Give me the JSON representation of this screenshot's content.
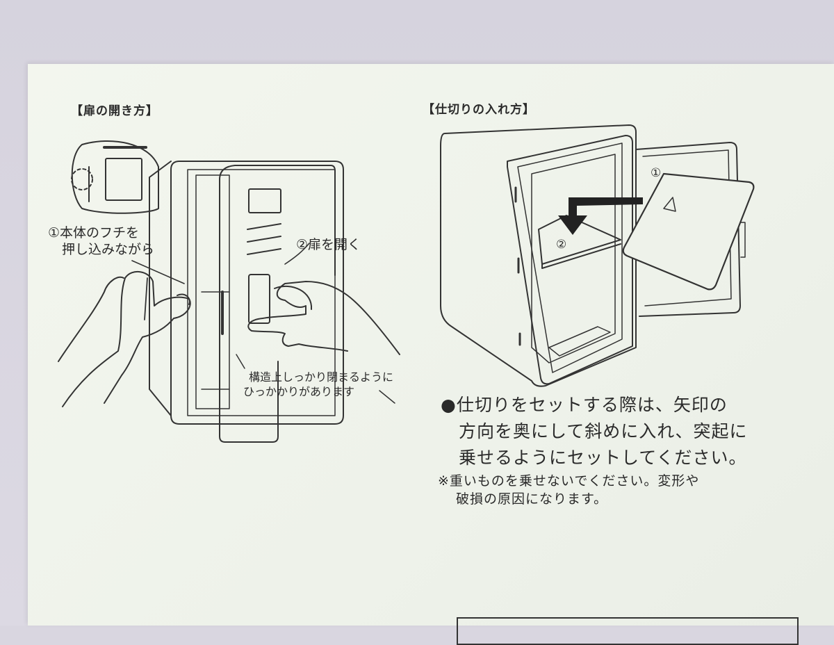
{
  "left_section": {
    "title": "【扉の開き方】",
    "step1_line1": "①本体のフチを",
    "step1_line2": "押し込みながら",
    "step2": "②扉を開く",
    "caution_line1": "構造上しっかり閉まるように",
    "caution_line2": "ひっかかりがあります"
  },
  "right_section": {
    "title": "【仕切りの入れ方】",
    "marker1": "①",
    "marker2": "②",
    "instruction_line1": "●仕切りをセットする際は、矢印の",
    "instruction_line2": "方向を奥にして斜めに入れ、突起に",
    "instruction_line3": "乗せるようにセットしてください。",
    "warning_line1": "※重いものを乗せないでください。変形や",
    "warning_line2": "破損の原因になります。"
  }
}
